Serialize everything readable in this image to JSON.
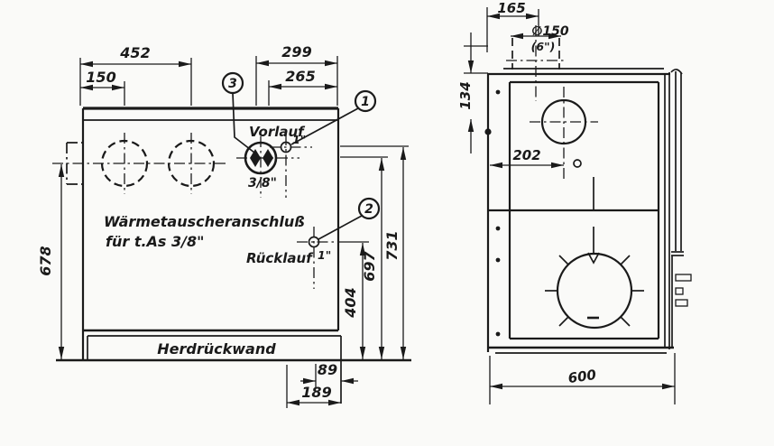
{
  "colors": {
    "ink": "#1a1a1a",
    "paper": "#fafaf8"
  },
  "rear_view": {
    "dims": {
      "top_width": "452",
      "top_left": "150",
      "top_right": "299",
      "top_right_inner": "265",
      "left_height": "678",
      "vorlauf_height": "731",
      "fitting_height": "697",
      "ruecklauf_height": "404",
      "ruecklauf_offset": "89",
      "vorlauf_offset": "189"
    },
    "labels": {
      "vorlauf": "Vorlauf",
      "vorlauf_size": "1\"",
      "ruecklauf": "Rücklauf",
      "ruecklauf_size": "1\"",
      "fitting_size": "3/8\"",
      "note_line1": "Wärmetauscheranschluß",
      "note_line2": "für t.As 3/8\"",
      "rear_panel": "Herdrückwand"
    },
    "callouts": {
      "b1": "1",
      "b2": "2",
      "b3": "3"
    }
  },
  "side_view": {
    "dims": {
      "flue_top_offset": "165",
      "flue_diameter": "∅150",
      "flue_diameter_inch": "(6\")",
      "flue_rear_drop": "134",
      "flue_rear_offset": "202",
      "depth": "600"
    }
  }
}
